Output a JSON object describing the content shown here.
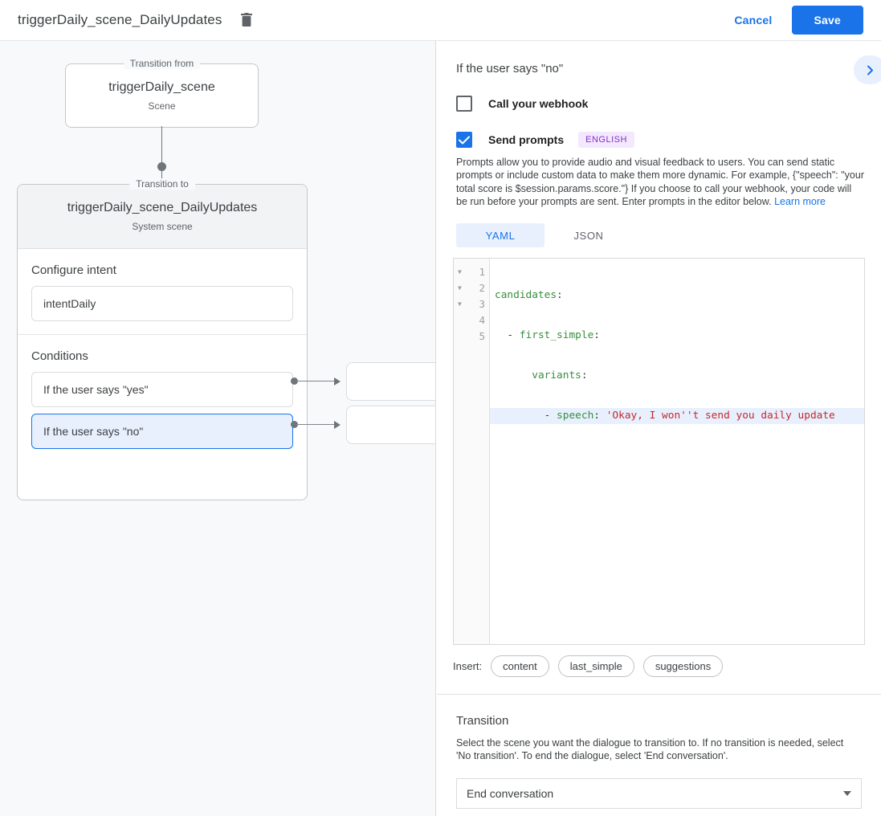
{
  "topbar": {
    "title": "triggerDaily_scene_DailyUpdates",
    "delete_icon": "trash-icon",
    "cancel_label": "Cancel",
    "save_label": "Save"
  },
  "graph": {
    "from": {
      "legend": "Transition from",
      "name": "triggerDaily_scene",
      "type": "Scene"
    },
    "to": {
      "legend": "Transition to",
      "name": "triggerDaily_scene_DailyUpdates",
      "type": "System scene"
    },
    "intent_section_title": "Configure intent",
    "intent_value": "intentDaily",
    "conditions_title": "Conditions",
    "conditions": [
      {
        "label": "If the user says \"yes\"",
        "selected": false
      },
      {
        "label": "If the user says \"no\"",
        "selected": true
      }
    ]
  },
  "panel": {
    "title": "If the user says \"no\"",
    "expand_icon": "chevron-right-icon",
    "webhook": {
      "label": "Call your webhook",
      "checked": false
    },
    "prompts": {
      "label": "Send prompts",
      "checked": true,
      "language_badge": "ENGLISH",
      "description": "Prompts allow you to provide audio and visual feedback to users. You can send static prompts or include custom data to make them more dynamic. For example, {\"speech\": \"your total score is $session.params.score.\"} If you choose to call your webhook, your code will be run before your prompts are sent. Enter prompts in the editor below.",
      "learn_more": "Learn more"
    },
    "format_tabs": [
      {
        "label": "YAML",
        "active": true
      },
      {
        "label": "JSON",
        "active": false
      }
    ],
    "editor": {
      "line_numbers": [
        "1",
        "2",
        "3",
        "4",
        "5"
      ],
      "foldable_lines": [
        true,
        true,
        true,
        false,
        false
      ],
      "highlighted_line": 4,
      "lines": [
        {
          "key": "candidates",
          "punct": ":",
          "indent": 0,
          "dash": false,
          "value": ""
        },
        {
          "key": "first_simple",
          "punct": ":",
          "indent": 2,
          "dash": true,
          "value": ""
        },
        {
          "key": "variants",
          "punct": ":",
          "indent": 6,
          "dash": false,
          "value": ""
        },
        {
          "key": "speech",
          "punct": ": ",
          "indent": 8,
          "dash": true,
          "value": "'Okay, I won''t send you daily update"
        },
        {
          "key": "",
          "punct": "",
          "indent": 0,
          "dash": false,
          "value": ""
        }
      ]
    },
    "insert": {
      "label": "Insert:",
      "chips": [
        "content",
        "last_simple",
        "suggestions"
      ]
    },
    "transition": {
      "title": "Transition",
      "description": "Select the scene you want the dialogue to transition to. If no transition is needed, select 'No transition'. To end the dialogue, select 'End conversation'.",
      "selected": "End conversation",
      "caret_icon": "chevron-down-icon"
    }
  },
  "colors": {
    "accent": "#1a73e8",
    "accent_bg": "#e8f0fe",
    "badge_text": "#8430ce",
    "badge_bg": "#f3e8fd",
    "canvas": "#f8f9fa"
  }
}
